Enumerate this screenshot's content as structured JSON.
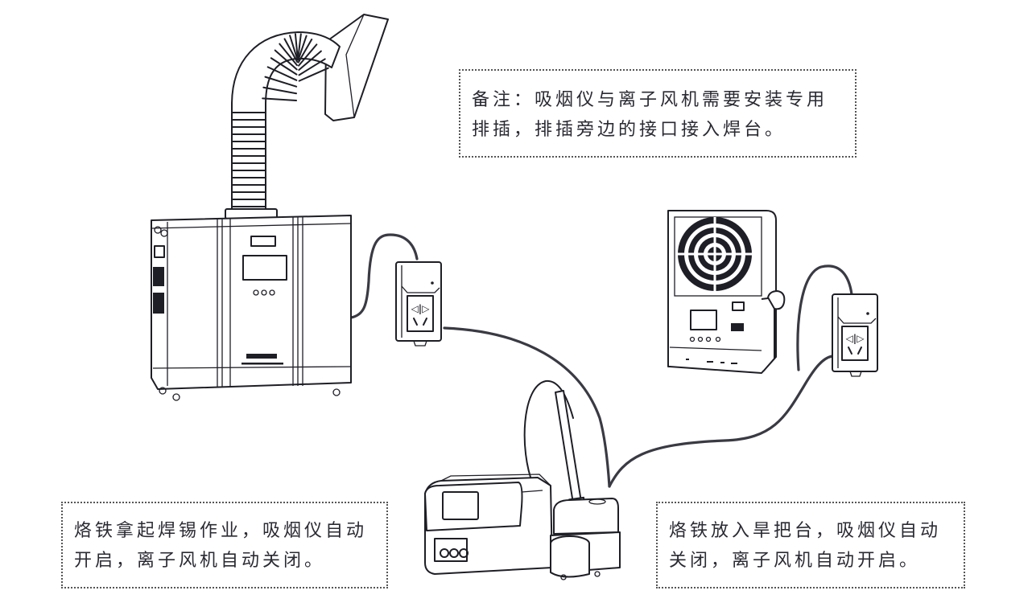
{
  "notes": {
    "top": {
      "lines": [
        "备注：吸烟仪与离子风机需要安装专用",
        "排插，排插旁边的接口接入焊台。"
      ]
    },
    "left": {
      "lines": [
        "烙铁拿起焊锡作业，吸烟仪自动",
        "开启，离子风机自动关闭。"
      ]
    },
    "right": {
      "lines": [
        "烙铁放入旱把台，吸烟仪自动",
        "关闭，离子风机自动开启。"
      ]
    }
  },
  "devices": [
    {
      "id": "fume-extractor",
      "icon": "fume-extractor-icon"
    },
    {
      "id": "ionizing-fan",
      "icon": "ionizing-fan-icon"
    },
    {
      "id": "power-strip-left",
      "icon": "power-socket-icon"
    },
    {
      "id": "power-strip-right",
      "icon": "power-socket-icon"
    },
    {
      "id": "soldering-station",
      "icon": "soldering-station-icon"
    },
    {
      "id": "soldering-iron-holder",
      "icon": "soldering-iron-holder-icon"
    }
  ],
  "colors": {
    "line": "#1e1e26",
    "cable": "#3a3a44",
    "note_text": "#2a2a33",
    "background": "#ffffff"
  }
}
